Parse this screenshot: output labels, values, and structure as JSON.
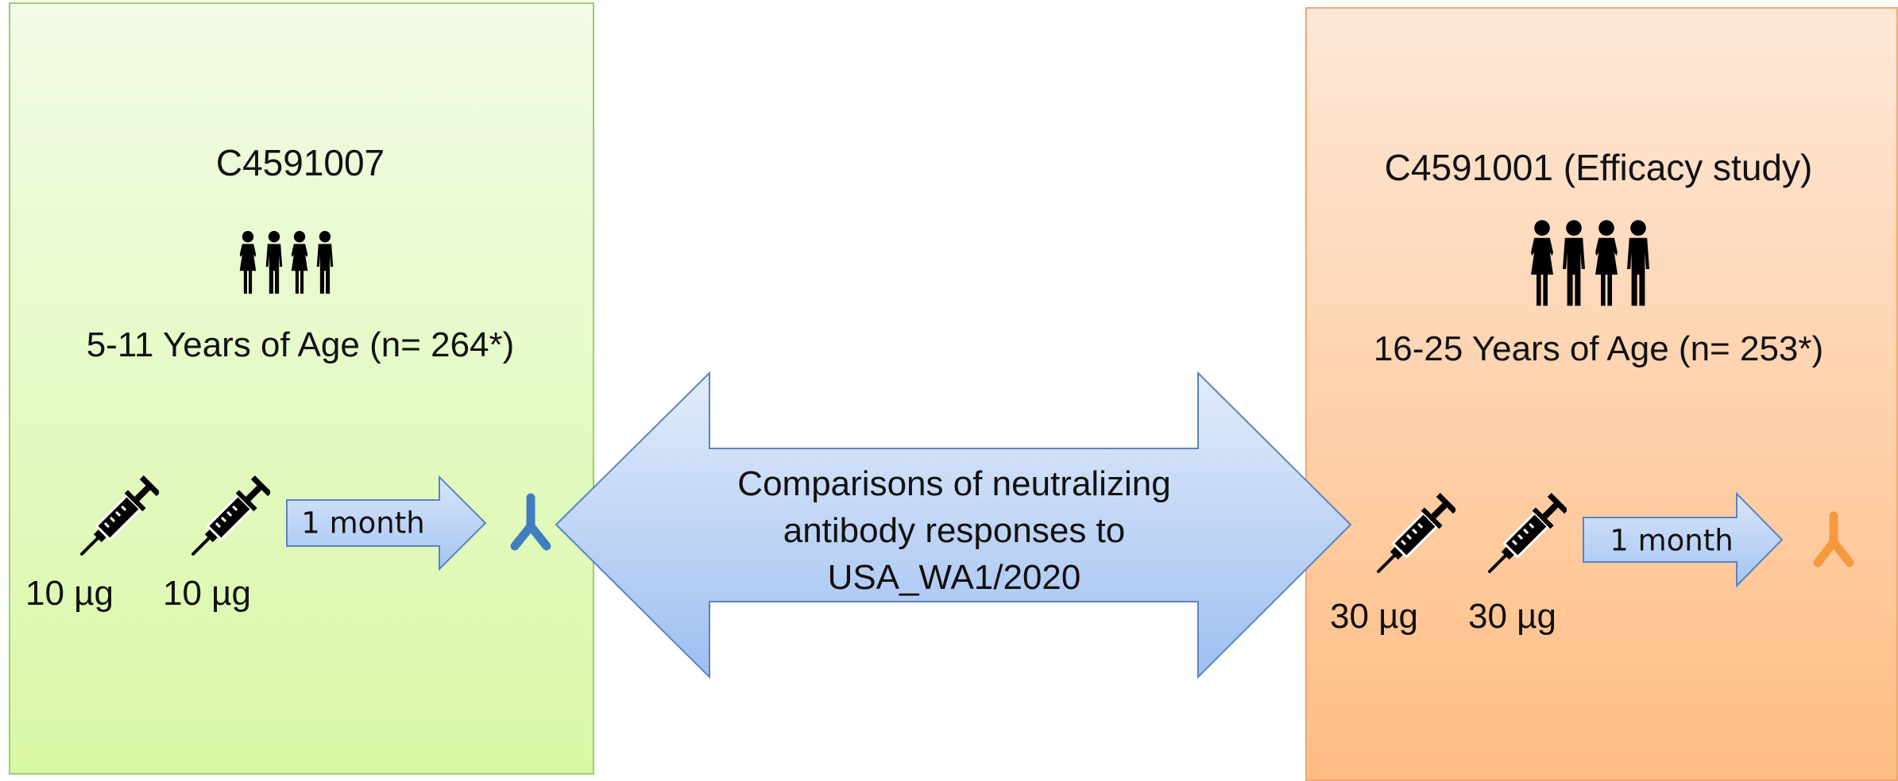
{
  "left_panel": {
    "study_id": "C4591007",
    "age_group": "5-11 Years of Age (n= 264*)",
    "dose_1": "10 µg",
    "dose_2": "10 µg",
    "interval": "1 month"
  },
  "right_panel": {
    "study_id": "C4591001 (Efficacy study)",
    "age_group": "16-25 Years of Age (n= 253*)",
    "dose_1": "30 µg",
    "dose_2": "30 µg",
    "interval": "1 month"
  },
  "comparison": {
    "lines": [
      "Comparisons of neutralizing",
      "antibody responses to",
      "USA_WA1/2020"
    ]
  },
  "colors": {
    "left_panel_fill": "#e4f9c3",
    "right_panel_fill": "#ffd2ad",
    "left_antibody": "#3f7fc0",
    "right_antibody": "#f59a3c",
    "arrow_fill": "#c9dcf8",
    "arrow_stroke": "#5a84c0"
  },
  "icons": [
    "people-group-icon",
    "syringe-icon",
    "antibody-icon",
    "right-arrow-icon",
    "double-arrow-icon"
  ]
}
